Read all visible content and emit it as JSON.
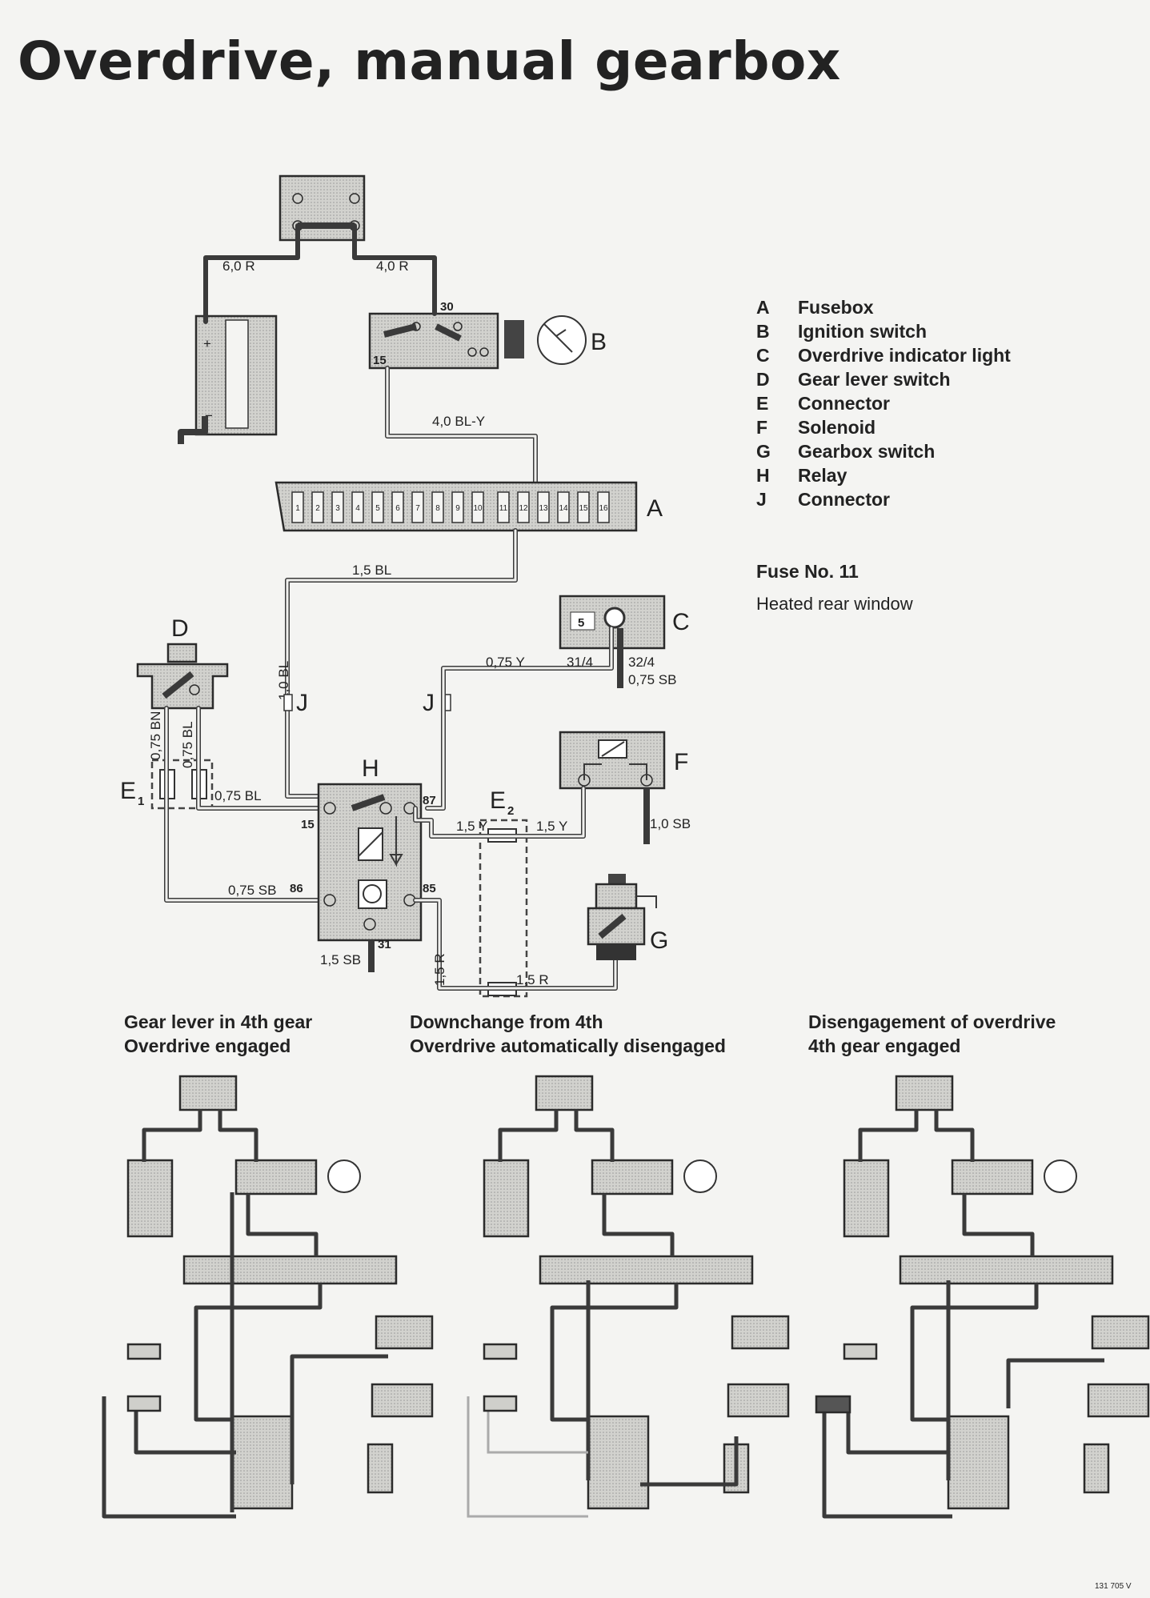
{
  "title": "Overdrive, manual gearbox",
  "legend": [
    {
      "key": "A",
      "label": "Fusebox"
    },
    {
      "key": "B",
      "label": "Ignition switch"
    },
    {
      "key": "C",
      "label": "Overdrive indicator light"
    },
    {
      "key": "D",
      "label": "Gear lever switch"
    },
    {
      "key": "E",
      "label": "Connector"
    },
    {
      "key": "F",
      "label": "Solenoid"
    },
    {
      "key": "G",
      "label": "Gearbox switch"
    },
    {
      "key": "H",
      "label": "Relay"
    },
    {
      "key": "J",
      "label": "Connector"
    }
  ],
  "fuse_note": {
    "title": "Fuse No. 11",
    "text": "Heated rear window"
  },
  "component_letters": {
    "A": "A",
    "B": "B",
    "C": "C",
    "D": "D",
    "E1": "E",
    "E1_sub": "1",
    "E2": "E",
    "E2_sub": "2",
    "F": "F",
    "G": "G",
    "H": "H",
    "J1": "J",
    "J2": "J"
  },
  "wire_labels": {
    "w60r": "6,0 R",
    "w40r": "4,0 R",
    "w40bly": "4,0 BL-Y",
    "w15bl": "1,5 BL",
    "w10bl": "1,0 BL",
    "w075y": "0,75 Y",
    "w314": "31/4",
    "w324": "32/4",
    "w075sb_c": "0,75 SB",
    "w075bn": "0,75 BN",
    "w075bl_v": "0,75 BL",
    "w075bl_h": "0,75 BL",
    "w15y_a": "1,5 Y",
    "w15y_b": "1,5 Y",
    "w10sb": "1,0 SB",
    "w075sb": "0,75 SB",
    "w15sb": "1,5 SB",
    "w15r_a": "1,5 R",
    "w15r_b": "1,5 R"
  },
  "terminals": {
    "t30": "30",
    "t15b": "15",
    "t15h": "15",
    "t87": "87",
    "t86": "86",
    "t85": "85",
    "t31": "31",
    "c5": "5",
    "plus": "+",
    "minus": "−"
  },
  "fuse_numbers": [
    "1",
    "2",
    "3",
    "4",
    "5",
    "6",
    "7",
    "8",
    "9",
    "10",
    "11",
    "12",
    "13",
    "14",
    "15",
    "16"
  ],
  "scenarios": [
    {
      "line1": "Gear lever in 4th gear",
      "line2": "Overdrive engaged"
    },
    {
      "line1": "Downchange from 4th",
      "line2": "Overdrive automatically disengaged"
    },
    {
      "line1": "Disengagement of overdrive",
      "line2": "4th gear engaged"
    }
  ],
  "figure_code": "131 705 V"
}
